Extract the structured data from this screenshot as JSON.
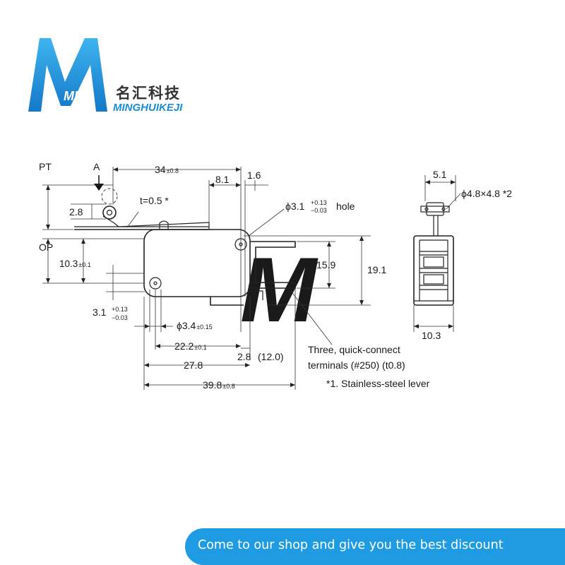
{
  "brand": {
    "logo_letters": "MH",
    "name_cn": "名汇科技",
    "name_en": "MINGHUIKEJI",
    "color": "#1a8fd8"
  },
  "diagram": {
    "labels": {
      "pt": "PT",
      "op": "OP",
      "a": "A",
      "thickness": "t=0.5 *",
      "hole_prefix": "ϕ3.1",
      "hole_suffix": "hole",
      "hole_tol_plus": "+0.13",
      "hole_tol_minus": "−0.03",
      "roller": "ϕ4.8×4.8 *2",
      "small_hole": "ϕ3.4",
      "small_hole_tol": "±0.15"
    },
    "dims": {
      "d34": "34",
      "d34_tol": "±0.8",
      "d8_1": "8.1",
      "d1_6": "1.6",
      "d2_8_top": "2.8",
      "d10_3": "10.3",
      "d10_3_tol": "±0.1",
      "d3_1": "3.1",
      "d3_1_tol_plus": "+0.13",
      "d3_1_tol_minus": "−0.03",
      "d15_9": "15.9",
      "d19_1": "19.1",
      "d22_2": "22.2",
      "d22_2_tol": "±0.1",
      "d2_8_bottom": "2.8",
      "d12_0": "(12.0)",
      "d27_8": "27.8",
      "d39_8": "39.8",
      "d39_8_tol": "±0.8",
      "d5_1": "5.1",
      "d10_3_side": "10.3"
    },
    "notes": {
      "terminals_line1": "Three, quick-connect",
      "terminals_line2": "terminals (#250) (t0.8)",
      "footnote": "*1. Stainless-steel lever"
    }
  },
  "banner": {
    "text": "Come to our shop and give you the best discount",
    "color": "#1f9be3"
  }
}
